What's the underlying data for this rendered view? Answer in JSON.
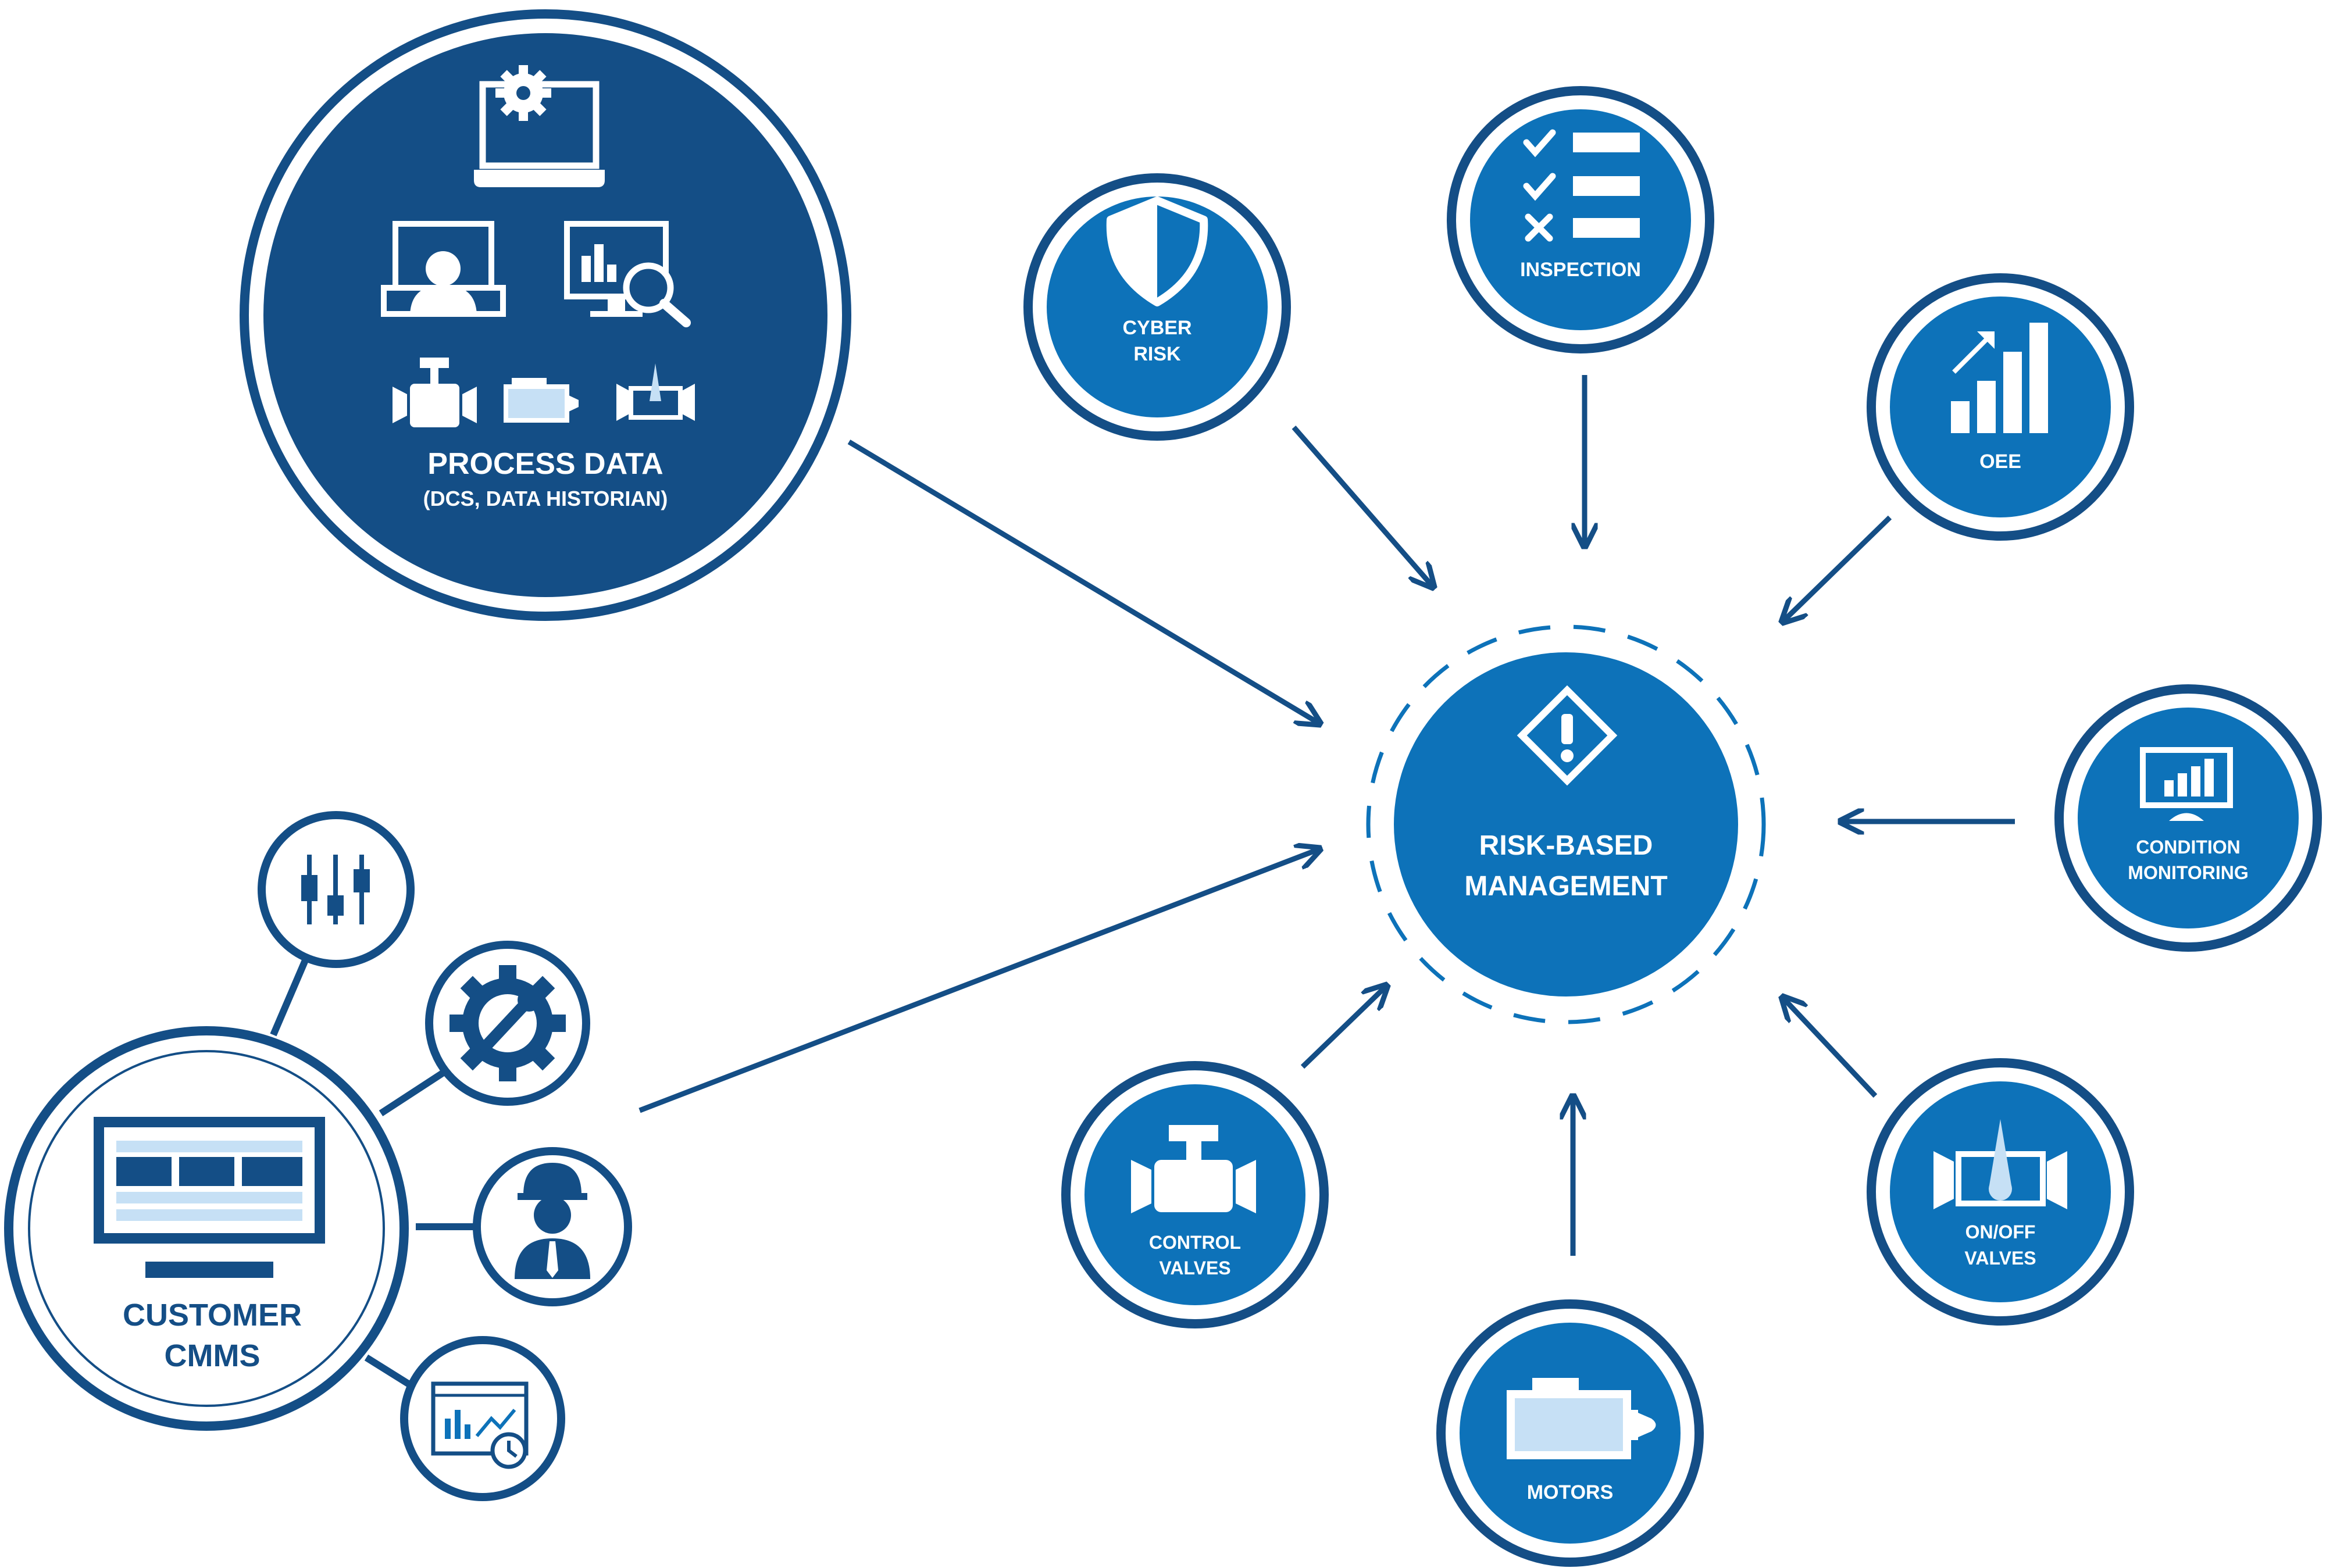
{
  "colors": {
    "navy": "#144e86",
    "blue": "#0d72b9",
    "light": "#c6e0f5",
    "white": "#ffffff"
  },
  "center": {
    "line1": "RISK-BASED",
    "line2": "MANAGEMENT",
    "icon": "warning-diamond-icon"
  },
  "process_data": {
    "title": "PROCESS DATA",
    "subtitle": "(DCS, DATA HISTORIAN)",
    "icons": [
      "laptop-gear-icon",
      "operator-monitor-icon",
      "analytics-search-icon",
      "control-valve-icon",
      "motor-icon",
      "onoff-valve-icon"
    ]
  },
  "cmms": {
    "line1": "CUSTOMER",
    "line2": "CMMS",
    "icon": "monitor-table-icon",
    "satellites": [
      "sliders-icon",
      "gear-wrench-icon",
      "technician-icon",
      "report-clock-icon"
    ]
  },
  "nodes": {
    "cyber": {
      "line1": "CYBER",
      "line2": "RISK",
      "icon": "shield-icon"
    },
    "inspection": {
      "line1": "INSPECTION",
      "icon": "checklist-icon"
    },
    "oee": {
      "line1": "OEE",
      "icon": "growth-bars-icon"
    },
    "condition": {
      "line1": "CONDITION",
      "line2": "MONITORING",
      "icon": "monitor-chart-icon"
    },
    "onoff": {
      "line1": "ON/OFF",
      "line2": "VALVES",
      "icon": "onoff-valve-icon"
    },
    "motors": {
      "line1": "MOTORS",
      "icon": "motor-icon"
    },
    "control": {
      "line1": "CONTROL",
      "line2": "VALVES",
      "icon": "control-valve-icon"
    }
  }
}
